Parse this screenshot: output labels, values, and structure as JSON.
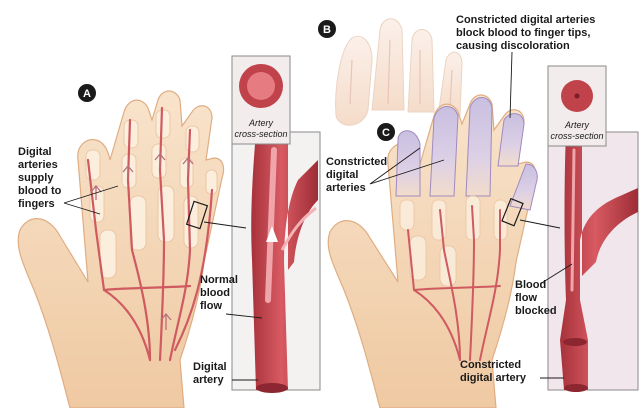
{
  "panels": {
    "a": {
      "badge": "A",
      "label_supply": [
        "Digital",
        "arteries",
        "supply",
        "blood to",
        "fingers"
      ],
      "label_flow": [
        "Normal",
        "blood",
        "flow"
      ],
      "label_artery": [
        "Digital",
        "artery"
      ],
      "cross_section": [
        "Artery",
        "cross-section"
      ]
    },
    "b": {
      "badge": "B"
    },
    "c": {
      "badge": "C",
      "label_top": [
        "Constricted digital arteries",
        "block blood to finger tips,",
        "causing discoloration"
      ],
      "label_constricted": [
        "Constricted",
        "digital",
        "arteries"
      ],
      "label_blocked": [
        "Blood",
        "flow",
        "blocked"
      ],
      "label_artery": [
        "Constricted",
        "digital artery"
      ],
      "cross_section": [
        "Artery",
        "cross-section"
      ]
    }
  },
  "colors": {
    "skin": "#f6dcc0",
    "skin_edge": "#e8b98e",
    "artery": "#c4464e",
    "artery_light": "#e57f85",
    "bone": "#fbe9d6",
    "purple": "#cfc3e0",
    "panel_bg": "#f7f3f3",
    "badge": "#1a1a1a"
  }
}
